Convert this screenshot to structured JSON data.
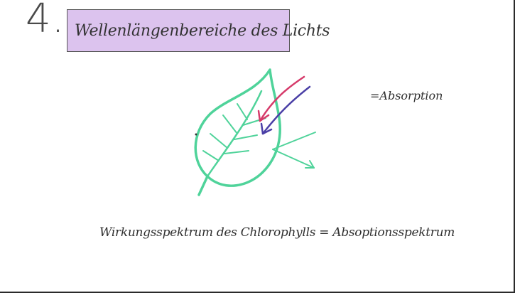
{
  "slide": {
    "number": "4.",
    "title": "Wellenlängenbereiche des Lichts",
    "absorption_label": "=Absorption",
    "bottom_label": "Wirkungsspektrum des Chlorophylls = Absoptionsspektrum"
  },
  "colors": {
    "title_background": "#dcc3ee",
    "leaf": "#4fd39a",
    "arrow_red": "#d63a6a",
    "arrow_blue": "#4a3fa6",
    "reflected": "#4fd39a"
  },
  "icons": {
    "leaf": "leaf-icon",
    "red_light": "red-light-arrow-icon",
    "blue_light": "blue-light-arrow-icon",
    "reflected_green_light": "green-reflection-arrow-icon"
  }
}
